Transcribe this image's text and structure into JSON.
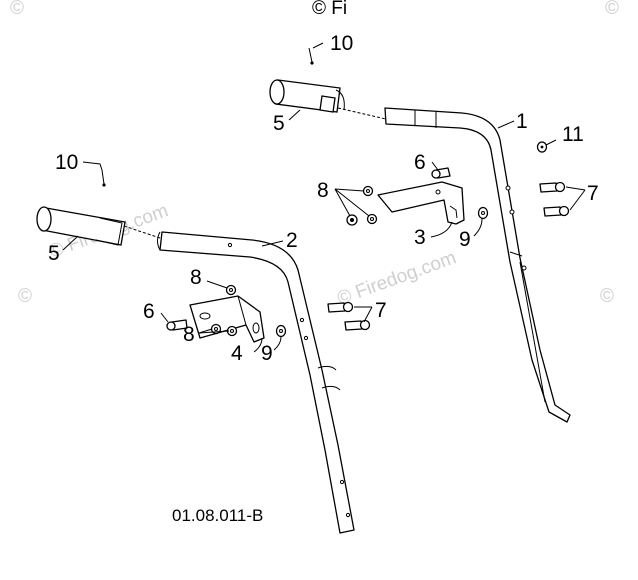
{
  "diagram": {
    "drawing_code": "01.08.011-B",
    "watermark": "© Firedog.com",
    "watermark_corner": "©",
    "watermark_top": "© Fi",
    "callouts": {
      "n1": "1",
      "n2": "2",
      "n3": "3",
      "n4": "4",
      "n5a": "5",
      "n5b": "5",
      "n6a": "6",
      "n6b": "6",
      "n7a": "7",
      "n7b": "7",
      "n8a": "8",
      "n8b": "8",
      "n8c": "8",
      "n9a": "9",
      "n9b": "9",
      "n10a": "10",
      "n10b": "10",
      "n11": "11"
    }
  }
}
